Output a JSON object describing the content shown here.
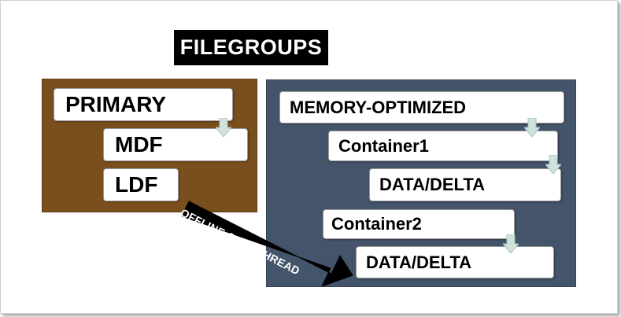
{
  "title": "FILEGROUPS",
  "primary": {
    "header": "PRIMARY",
    "files": [
      "MDF",
      "LDF"
    ]
  },
  "memory_optimized": {
    "header": "MEMORY-OPTIMIZED",
    "containers": [
      {
        "name": "Container1",
        "content": "DATA/DELTA"
      },
      {
        "name": "Container2",
        "content": "DATA/DELTA"
      }
    ]
  },
  "arrow_label": "OFFLINE CKPT THREAD",
  "colors": {
    "primary_panel": "#7a4f1e",
    "memory_panel": "#44546a",
    "title_bg": "#000000",
    "flow_arrow": "#cfe3dc"
  }
}
